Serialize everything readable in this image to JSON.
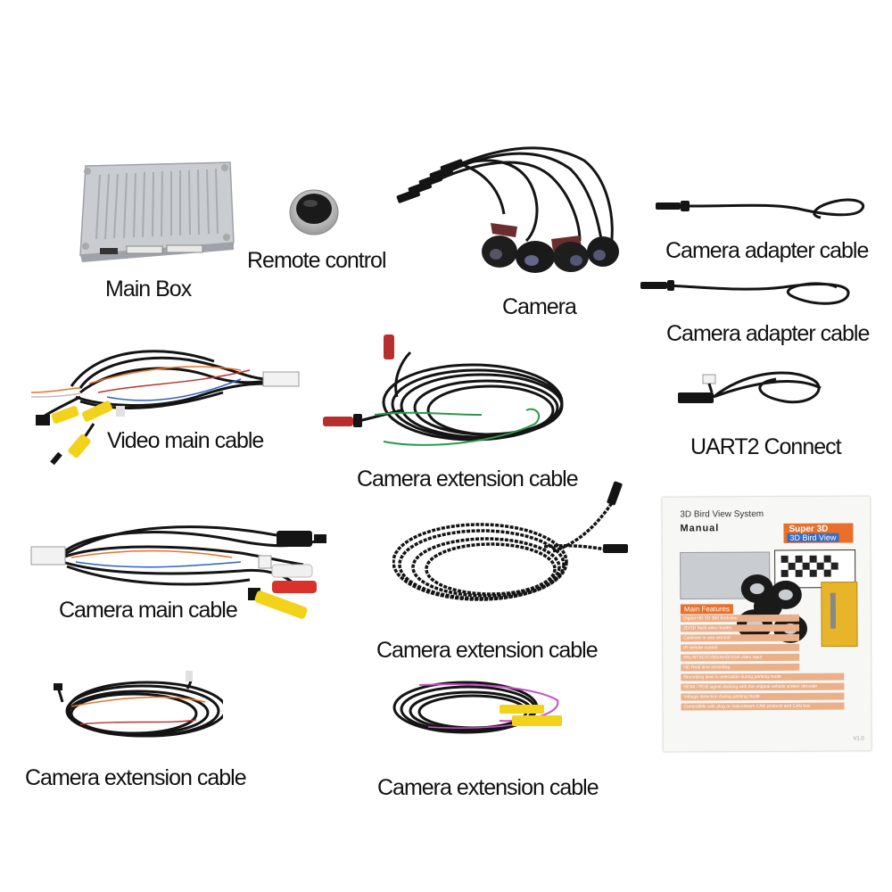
{
  "labels": {
    "main_box": "Main Box",
    "remote_control": "Remote control",
    "camera": "Camera",
    "camera_adapter_cable_1": "Camera adapter cable",
    "camera_adapter_cable_2": "Camera adapter cable",
    "video_main_cable": "Video main cable",
    "camera_extension_cable_1": "Camera extension cable",
    "uart2_connect": "UART2 Connect",
    "camera_main_cable": "Camera main cable",
    "camera_extension_cable_2": "Camera extension cable",
    "camera_extension_cable_3": "Camera extension cable",
    "camera_extension_cable_4": "Camera extension cable"
  },
  "manual": {
    "title": "3D Bird View System",
    "subtitle": "Manual",
    "badge_top": "Super 3D",
    "badge_bottom": "3D Bird View",
    "features_heading": "Main Features",
    "features": [
      "Digital HD 3D 360 Birdview",
      "2D/3D Multi-view modes",
      "Calibrate in one second",
      "IR remote control",
      "PAL/NTSC/CVBS/AHD/VGA video input",
      "HD Real time recording",
      "Recording time is selectable during parking mode",
      "HDMI / RGB signal docking with the original vehicle screen decoder",
      "Voltage detection during parking mode",
      "Compatible with plug or mainstream CAN protocol and CAN box"
    ],
    "version": "V1.0"
  },
  "colors": {
    "cable": "#141414",
    "box": "#c9ccd1",
    "accent_orange": "#e8702a",
    "rca_yellow": "#f2d21b",
    "rca_red": "#d8322a",
    "wire_green": "#2a9a4a",
    "wire_pink": "#c850c8"
  }
}
